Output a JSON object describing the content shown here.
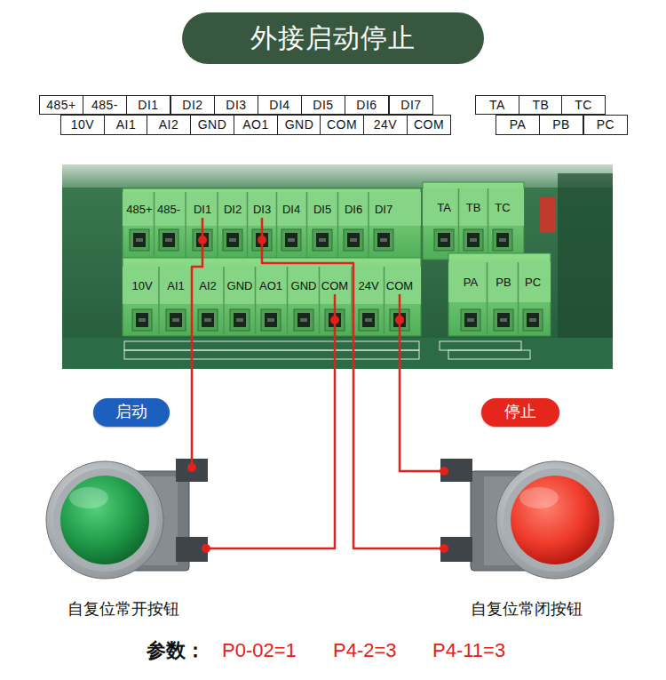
{
  "diagram": {
    "title": "外接启动停止",
    "nodes": [
      {
        "text": [
          "485+"
        ]
      },
      {
        "text": [
          "485-"
        ]
      },
      {
        "text": [
          "DI1"
        ]
      },
      {
        "text": [
          "DI2"
        ]
      },
      {
        "text": [
          "DI3"
        ]
      },
      {
        "text": [
          "DI4"
        ]
      },
      {
        "text": [
          "DI5"
        ]
      },
      {
        "text": [
          "DI6"
        ]
      },
      {
        "text": [
          "DI7"
        ]
      },
      {
        "text": [
          "TA"
        ]
      },
      {
        "text": [
          "TB"
        ]
      },
      {
        "text": [
          "TC"
        ]
      },
      {
        "text": [
          "10V"
        ]
      },
      {
        "text": [
          "AI1"
        ]
      },
      {
        "text": [
          "AI2"
        ]
      },
      {
        "text": [
          "GND"
        ]
      },
      {
        "text": [
          "AO1"
        ]
      },
      {
        "text": [
          "GND"
        ]
      },
      {
        "text": [
          "COM"
        ]
      },
      {
        "text": [
          "24V"
        ]
      },
      {
        "text": [
          "COM"
        ]
      },
      {
        "text": [
          "PA"
        ]
      },
      {
        "text": [
          "PB"
        ]
      },
      {
        "text": [
          "PC"
        ]
      },
      {
        "text": [
          "启动"
        ]
      },
      {
        "text": [
          "停止"
        ]
      },
      {
        "text": [
          "自复位常开按钮"
        ]
      },
      {
        "text": [
          "自复位常闭按钮"
        ]
      }
    ],
    "edges": [
      {
        "from": 2,
        "to": 26,
        "arrow": "none"
      },
      {
        "from": 18,
        "to": 26,
        "arrow": "none"
      },
      {
        "from": 4,
        "to": 27,
        "arrow": "none"
      },
      {
        "from": 20,
        "to": 27,
        "arrow": "none"
      }
    ],
    "labels": [
      "485+",
      "485-",
      "DI1",
      "DI2",
      "DI3",
      "DI4",
      "DI5",
      "DI6",
      "DI7",
      "10V",
      "AI1",
      "AI2",
      "GND",
      "AO1",
      "GND",
      "COM",
      "24V",
      "COM",
      "TA",
      "TB",
      "TC",
      "PA",
      "PB",
      "PC",
      "参数：",
      "P0-02=1",
      "P4-2=3",
      "P4-11=3"
    ]
  }
}
